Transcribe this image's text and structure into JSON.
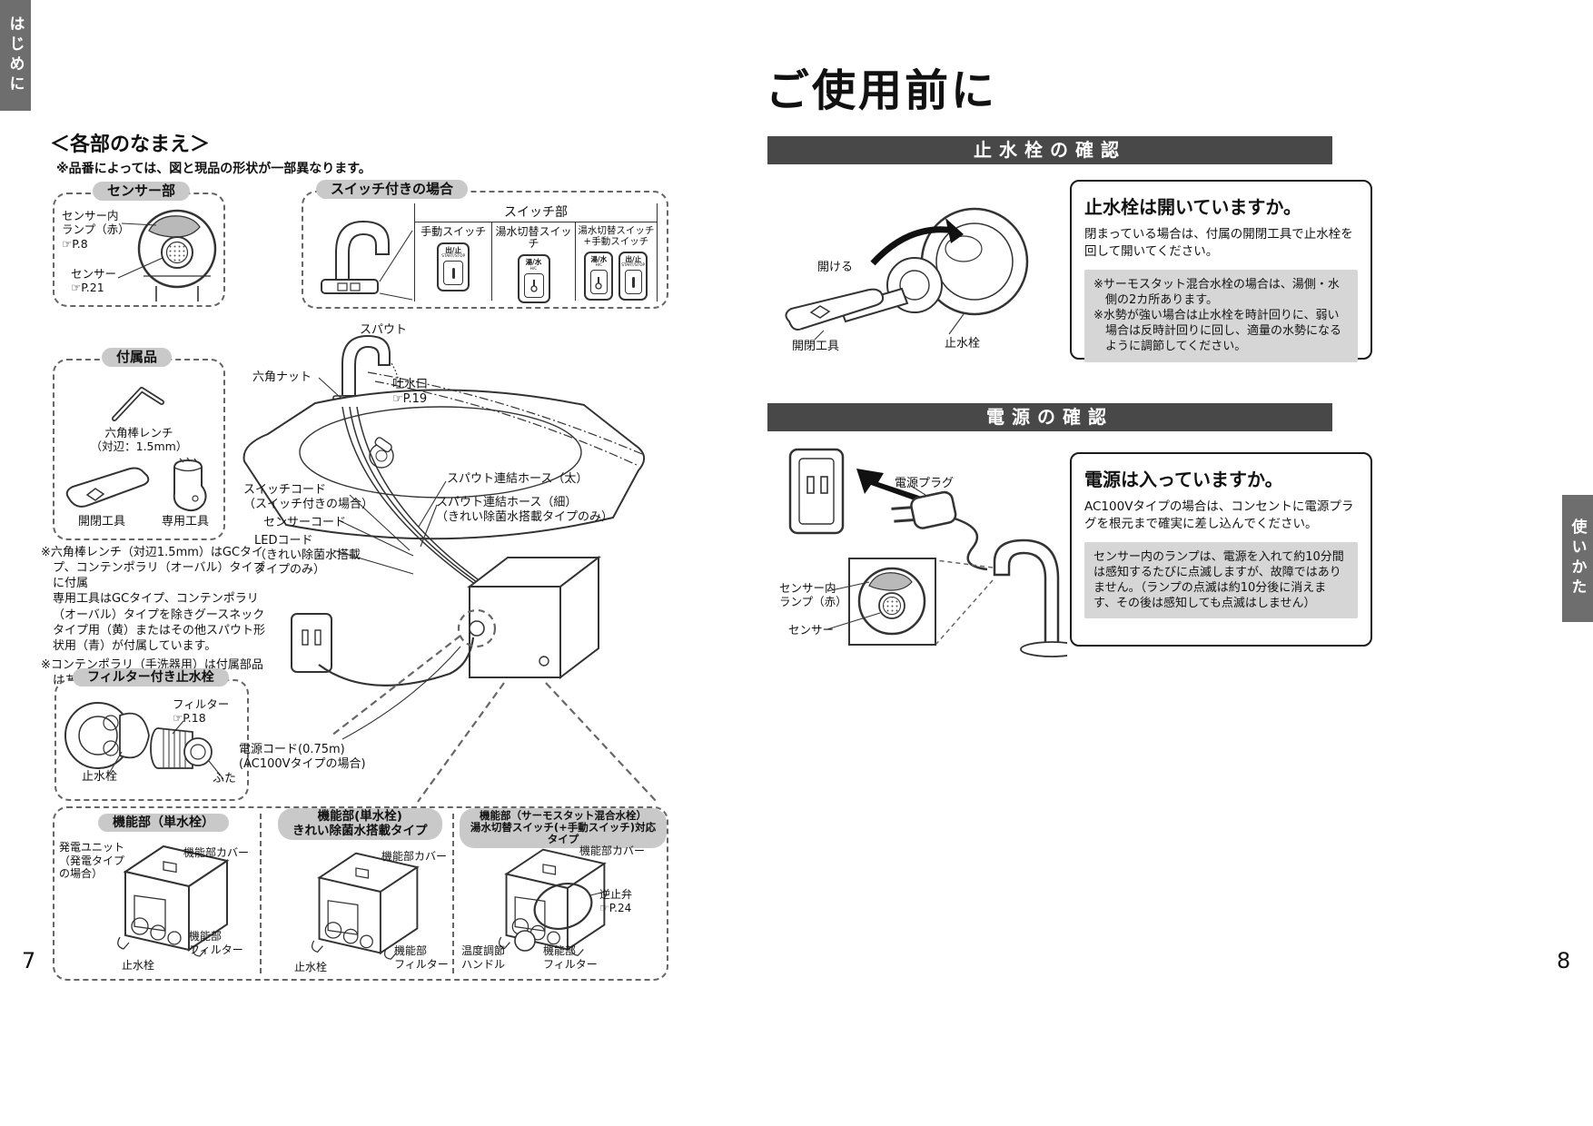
{
  "left": {
    "page_no": "7",
    "tab": "はじめに",
    "title": "＜各部のなまえ＞",
    "note": "※品番によっては、図と現品の形状が一部異なります。",
    "sensor_box": {
      "title": "センサー部",
      "lamp": "センサー内\nランプ（赤）\n☞P.8",
      "sensor": "センサー\n☞P.21"
    },
    "switch_box": {
      "title": "スイッチ付きの場合",
      "part": "スイッチ部",
      "col1": "手動スイッチ",
      "col2": "湯水切替スイッチ",
      "col3": "湯水切替スイッチ\n+手動スイッチ",
      "btn_stop_top": "出/止",
      "btn_stop_sub": "START/STOP",
      "btn_hc_top": "湯/水",
      "btn_hc_sub": "H/C"
    },
    "diagram": {
      "spout": "スパウト",
      "nut": "六角ナット",
      "outlet": "吐水口\n☞P.19",
      "hose_thick": "スパウト連結ホース（太）",
      "switch_cord": "スイッチコード\n（スイッチ付きの場合）",
      "hose_thin": "スパウト連結ホース（細）\n（きれい除菌水搭載タイプのみ）",
      "sensor_cord": "センサーコード",
      "led_cord": "LEDコード\n（きれい除菌水搭載\nタイプのみ）",
      "power_cord": "電源コード(0.75m)\n(AC100Vタイプの場合)"
    },
    "acc_box": {
      "title": "付属品",
      "wrench": "六角棒レンチ\n（対辺：1.5mm）",
      "tool_open": "開閉工具",
      "tool_special": "専用工具"
    },
    "notes": [
      "※六角棒レンチ（対辺1.5mm）はGCタイプ、コンテンポラリ（オーバル）タイプに付属",
      "専用工具はGCタイプ、コンテンポラリ（オーバル）タイプを除きグースネックタイプ用（黄）またはその他スパウト形状用（青）が付属しています。",
      "※コンテンポラリ（手洗器用）は付属部品はありません。"
    ],
    "filter_box": {
      "title": "フィルター付き止水栓",
      "filter": "フィルター\n☞P.18",
      "valve": "止水栓",
      "cap": "ふた"
    },
    "func_box": {
      "s1": {
        "title": "機能部（単水栓）",
        "gen": "発電ユニット\n（発電タイプ\nの場合）",
        "cover": "機能部カバー",
        "filter": "機能部\nフィルター",
        "valve": "止水栓"
      },
      "s2": {
        "title": "機能部(単水栓)\nきれい除菌水搭載タイプ",
        "cover": "機能部カバー",
        "valve": "止水栓",
        "filter": "機能部\nフィルター"
      },
      "s3": {
        "title": "機能部（サーモスタット混合水栓）\n湯水切替スイッチ(+手動スイッチ)対応タイプ",
        "cover": "機能部カバー",
        "check_valve": "逆止弁\n☞P.24",
        "temp_handle": "温度調節\nハンドル",
        "filter": "機能部\nフィルター"
      }
    }
  },
  "right": {
    "page_no": "8",
    "tab": "使いかた",
    "title": "ご使用前に",
    "sec1": {
      "bar": "止水栓の確認",
      "labels": {
        "open": "開ける",
        "tool": "開閉工具",
        "valve": "止水栓"
      },
      "card": {
        "title": "止水栓は開いていますか。",
        "body": "閉まっている場合は、付属の開閉工具で止水栓を回して開いてください。",
        "notes": [
          "※サーモスタット混合水栓の場合は、湯側・水側の2カ所あります。",
          "※水勢が強い場合は止水栓を時計回りに、弱い場合は反時計回りに回し、適量の水勢になるように調節してください。"
        ]
      }
    },
    "sec2": {
      "bar": "電源の確認",
      "labels": {
        "plug": "電源プラグ",
        "lamp": "センサー内\nランプ（赤）",
        "sensor": "センサー"
      },
      "card": {
        "title": "電源は入っていますか。",
        "body": "AC100Vタイプの場合は、コンセントに電源プラグを根元まで確実に差し込んでください。",
        "note": "センサー内のランプは、電源を入れて約10分間は感知するたびに点滅しますが、故障ではありません。（ランプの点滅は約10分後に消えます、その後は感知しても点滅はしません）"
      }
    }
  }
}
